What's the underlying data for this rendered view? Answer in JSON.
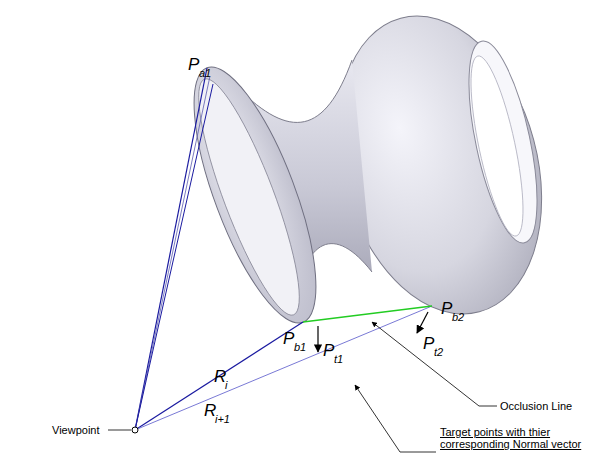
{
  "diagram": {
    "labels": [
      "P",
      "a1",
      "P",
      "b1",
      "P",
      "t1",
      "P",
      "t2",
      "P",
      "b2",
      "R",
      "i",
      "R",
      "i+1",
      "Viewpoint",
      "Occlusion Line",
      "Target points with thier corresponding Normal vector"
    ]
  }
}
